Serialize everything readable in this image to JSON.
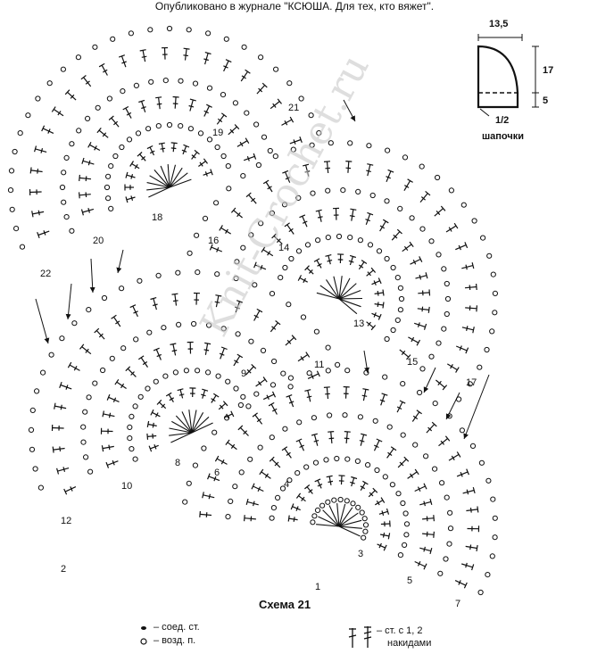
{
  "header": {
    "published": "Опубликовано в журнале \"КСЮША. Для тех, кто вяжет\"."
  },
  "diagram": {
    "caption": "Схема 21",
    "watermark": "Knit-Crochet.ru",
    "row_numbers": [
      "1",
      "2",
      "3",
      "4",
      "5",
      "6",
      "7",
      "8",
      "9",
      "10",
      "11",
      "12",
      "13",
      "14",
      "15",
      "16",
      "17",
      "18",
      "19",
      "20",
      "21",
      "22"
    ]
  },
  "pattern": {
    "width_label": "13,5",
    "height_top_label": "17",
    "height_bottom_label": "5",
    "fraction_label": "1/2",
    "piece_label": "шапочки"
  },
  "legend": {
    "slip_stitch": "– соед. ст.",
    "chain": "– возд. п.",
    "dc_prefix": "– ст. с 1, 2",
    "dc_suffix": "накидами"
  }
}
